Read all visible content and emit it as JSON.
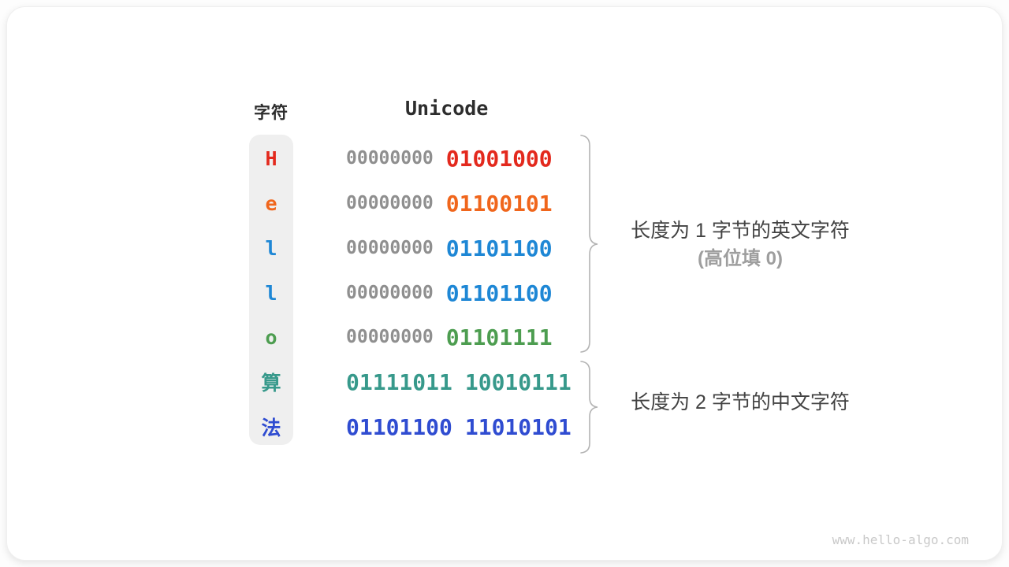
{
  "colors": {
    "header_text": "#2d2d2d",
    "muted_bits": "#8f8f8f",
    "red": "#e3291d",
    "orange": "#f0661c",
    "azure": "#1e87d5",
    "green": "#4d9d50",
    "teal": "#37998b",
    "royal_blue": "#2f4cd1",
    "column_bg": "#efefef",
    "brace": "#b3b3b3",
    "annotation_text": "#424242",
    "annotation_muted": "#9e9e9e",
    "watermark": "#c9c9c9"
  },
  "table": {
    "headers": {
      "char": "字符",
      "unicode": "Unicode"
    },
    "rows": [
      {
        "char": "H",
        "color": "#e3291d",
        "groups": [
          {
            "bits": "00000000",
            "color": "#8f8f8f"
          },
          {
            "bits": "01001000",
            "color": "#e3291d"
          }
        ]
      },
      {
        "char": "e",
        "color": "#f0661c",
        "groups": [
          {
            "bits": "00000000",
            "color": "#8f8f8f"
          },
          {
            "bits": "01100101",
            "color": "#f0661c"
          }
        ]
      },
      {
        "char": "l",
        "color": "#1e87d5",
        "groups": [
          {
            "bits": "00000000",
            "color": "#8f8f8f"
          },
          {
            "bits": "01101100",
            "color": "#1e87d5"
          }
        ]
      },
      {
        "char": "l",
        "color": "#1e87d5",
        "groups": [
          {
            "bits": "00000000",
            "color": "#8f8f8f"
          },
          {
            "bits": "01101100",
            "color": "#1e87d5"
          }
        ]
      },
      {
        "char": "o",
        "color": "#4d9d50",
        "groups": [
          {
            "bits": "00000000",
            "color": "#8f8f8f"
          },
          {
            "bits": "01101111",
            "color": "#4d9d50"
          }
        ]
      },
      {
        "char": "算",
        "color": "#37998b",
        "groups": [
          {
            "bits": "01111011",
            "color": "#37998b"
          },
          {
            "bits": "10010111",
            "color": "#37998b"
          }
        ]
      },
      {
        "char": "法",
        "color": "#2f4cd1",
        "groups": [
          {
            "bits": "01101100",
            "color": "#2f4cd1"
          },
          {
            "bits": "11010101",
            "color": "#2f4cd1"
          }
        ]
      }
    ]
  },
  "annotations": {
    "one_byte": {
      "line1": "长度为 1 字节的英文字符",
      "line2": "(高位填 0)"
    },
    "two_byte": {
      "line1": "长度为 2 字节的中文字符"
    }
  },
  "watermark": "www.hello-algo.com"
}
